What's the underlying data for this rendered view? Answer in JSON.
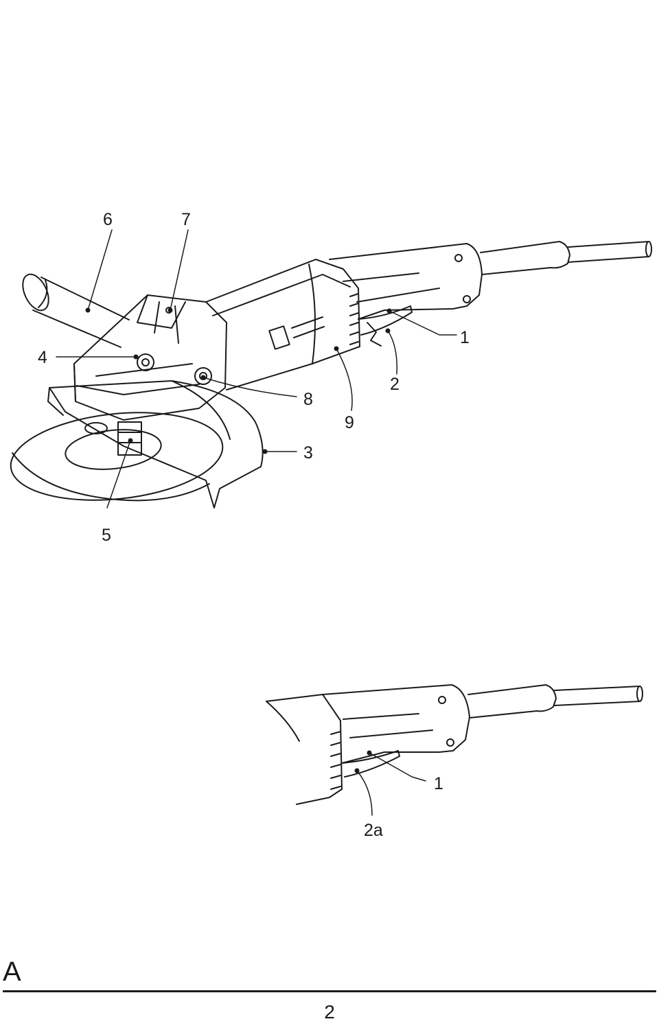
{
  "figure": {
    "label": "A",
    "page_number": "2"
  },
  "upper_view": {
    "callouts": [
      {
        "id": "6",
        "text": "6"
      },
      {
        "id": "7",
        "text": "7"
      },
      {
        "id": "4",
        "text": "4"
      },
      {
        "id": "8",
        "text": "8"
      },
      {
        "id": "9",
        "text": "9"
      },
      {
        "id": "2",
        "text": "2"
      },
      {
        "id": "1",
        "text": "1"
      },
      {
        "id": "3",
        "text": "3"
      },
      {
        "id": "5",
        "text": "5"
      }
    ]
  },
  "lower_view": {
    "callouts": [
      {
        "id": "1",
        "text": "1"
      },
      {
        "id": "2a",
        "text": "2a"
      }
    ]
  }
}
